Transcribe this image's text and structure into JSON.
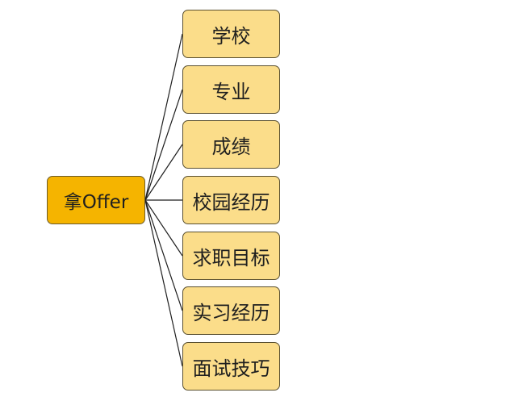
{
  "diagram": {
    "root": {
      "label": "拿Offer"
    },
    "children": [
      {
        "label": "学校"
      },
      {
        "label": "专业"
      },
      {
        "label": "成绩"
      },
      {
        "label": "校园经历"
      },
      {
        "label": "求职目标"
      },
      {
        "label": "实习经历"
      },
      {
        "label": "面试技巧"
      }
    ]
  },
  "colors": {
    "root_fill": "#f5b400",
    "child_fill": "#fbdd8a",
    "border": "#5a5030",
    "connector": "#1f1f1f"
  }
}
